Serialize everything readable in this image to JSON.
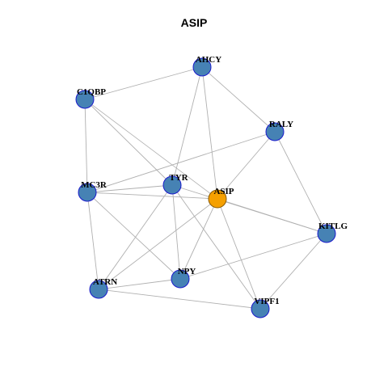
{
  "title": "ASIP",
  "colors": {
    "center_node": "#f5a000",
    "center_stroke": "#8a5a00",
    "node_fill": "#4682b4",
    "node_stroke": "#1a1acc",
    "edge": "#b0b0b0"
  },
  "nodes": [
    {
      "id": "AHCY",
      "label": "AHCY",
      "center": false
    },
    {
      "id": "C1QBP",
      "label": "C1QBP",
      "center": false
    },
    {
      "id": "RALY",
      "label": "RALY",
      "center": false
    },
    {
      "id": "MC3R",
      "label": "MC3R",
      "center": false
    },
    {
      "id": "TYR",
      "label": "TYR",
      "center": false
    },
    {
      "id": "ASIP",
      "label": "ASIP",
      "center": true
    },
    {
      "id": "KITLG",
      "label": "KITLG",
      "center": false
    },
    {
      "id": "NPY",
      "label": "NPY",
      "center": false
    },
    {
      "id": "ATRN",
      "label": "ATRN",
      "center": false
    },
    {
      "id": "VIPF1",
      "label": "VIPF1",
      "center": false
    }
  ],
  "edges": [
    [
      "C1QBP",
      "AHCY"
    ],
    [
      "C1QBP",
      "MC3R"
    ],
    [
      "C1QBP",
      "TYR"
    ],
    [
      "C1QBP",
      "ASIP"
    ],
    [
      "AHCY",
      "RALY"
    ],
    [
      "AHCY",
      "TYR"
    ],
    [
      "AHCY",
      "ASIP"
    ],
    [
      "RALY",
      "MC3R"
    ],
    [
      "RALY",
      "ASIP"
    ],
    [
      "RALY",
      "KITLG"
    ],
    [
      "MC3R",
      "TYR"
    ],
    [
      "MC3R",
      "ASIP"
    ],
    [
      "MC3R",
      "NPY"
    ],
    [
      "MC3R",
      "ATRN"
    ],
    [
      "TYR",
      "NPY"
    ],
    [
      "TYR",
      "ATRN"
    ],
    [
      "TYR",
      "VIPF1"
    ],
    [
      "ASIP",
      "KITLG"
    ],
    [
      "ASIP",
      "NPY"
    ],
    [
      "ASIP",
      "ATRN"
    ],
    [
      "ASIP",
      "VIPF1"
    ],
    [
      "KITLG",
      "NPY"
    ],
    [
      "KITLG",
      "VIPF1"
    ],
    [
      "NPY",
      "ATRN"
    ],
    [
      "ATRN",
      "VIPF1"
    ],
    [
      "TYR",
      "KITLG"
    ]
  ]
}
